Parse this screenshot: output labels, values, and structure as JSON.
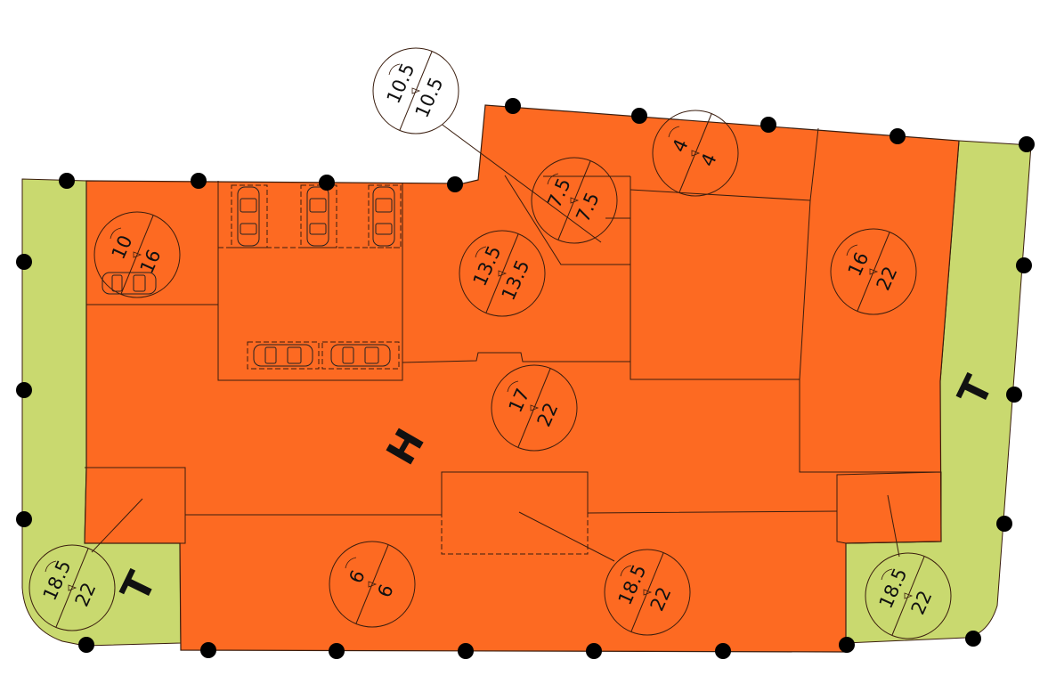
{
  "colors": {
    "built": "#fd6a22",
    "green": "#c9d96f",
    "line": "#3a1d0e",
    "dot": "#000000"
  },
  "zones": {
    "built_label": "H",
    "green_label": "T"
  },
  "heights": [
    {
      "id": "h1",
      "top": "10.5",
      "bottom": "10.5"
    },
    {
      "id": "h2",
      "top": "4",
      "bottom": "4"
    },
    {
      "id": "h3",
      "top": "7.5",
      "bottom": "7.5"
    },
    {
      "id": "h4",
      "top": "10",
      "bottom": "16"
    },
    {
      "id": "h5",
      "top": "13.5",
      "bottom": "13.5"
    },
    {
      "id": "h6",
      "top": "16",
      "bottom": "22"
    },
    {
      "id": "h7",
      "top": "17",
      "bottom": "22"
    },
    {
      "id": "h8",
      "top": "6",
      "bottom": "6"
    },
    {
      "id": "h9",
      "top": "18.5",
      "bottom": "22"
    },
    {
      "id": "h10",
      "top": "18.5",
      "bottom": "22"
    },
    {
      "id": "h11",
      "top": "18.5",
      "bottom": "22"
    }
  ]
}
